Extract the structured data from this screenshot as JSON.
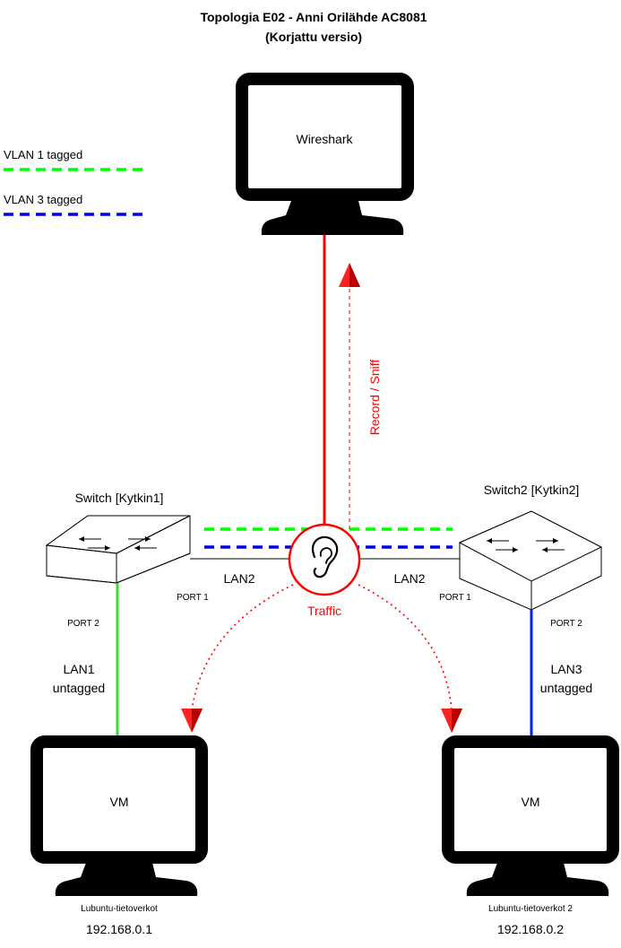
{
  "title": {
    "line1": "Topologia E02 - Anni Orilähde AC8081",
    "line2": "(Korjattu versio)"
  },
  "legend": [
    {
      "label": "VLAN 1 tagged",
      "color": "#00ff00"
    },
    {
      "label": "VLAN 3 tagged",
      "color": "#0000dd"
    }
  ],
  "devices": {
    "wireshark": {
      "label": "Wireshark"
    },
    "vm1": {
      "label": "VM",
      "hostname": "Lubuntu-tietoverkot",
      "ip": "192.168.0.1"
    },
    "vm2": {
      "label": "VM",
      "hostname": "Lubuntu-tietoverkot 2",
      "ip": "192.168.0.2"
    },
    "switch1": {
      "label": "Switch [Kytkin1]",
      "port_uplink": "PORT 1",
      "port_down": "PORT 2"
    },
    "switch2": {
      "label": "Switch2 [Kytkin2]",
      "port_uplink": "PORT 1",
      "port_down": "PORT 2"
    }
  },
  "links": {
    "lan2_left": "LAN2",
    "lan2_right": "LAN2",
    "lan1_line1": "LAN1",
    "lan1_line2": "untagged",
    "lan3_line1": "LAN3",
    "lan3_line2": "untagged",
    "sniff": "Record / Sniff",
    "traffic": "Traffic"
  },
  "colors": {
    "sniff_red": "#ff0000",
    "vlan1_green": "#00ff00",
    "vlan3_blue": "#0000dd",
    "vm1_link": "#33dd33",
    "vm2_link": "#0022ee"
  },
  "icons": [
    "monitor-icon",
    "switch-icon",
    "ear-icon",
    "arrow-icon"
  ]
}
